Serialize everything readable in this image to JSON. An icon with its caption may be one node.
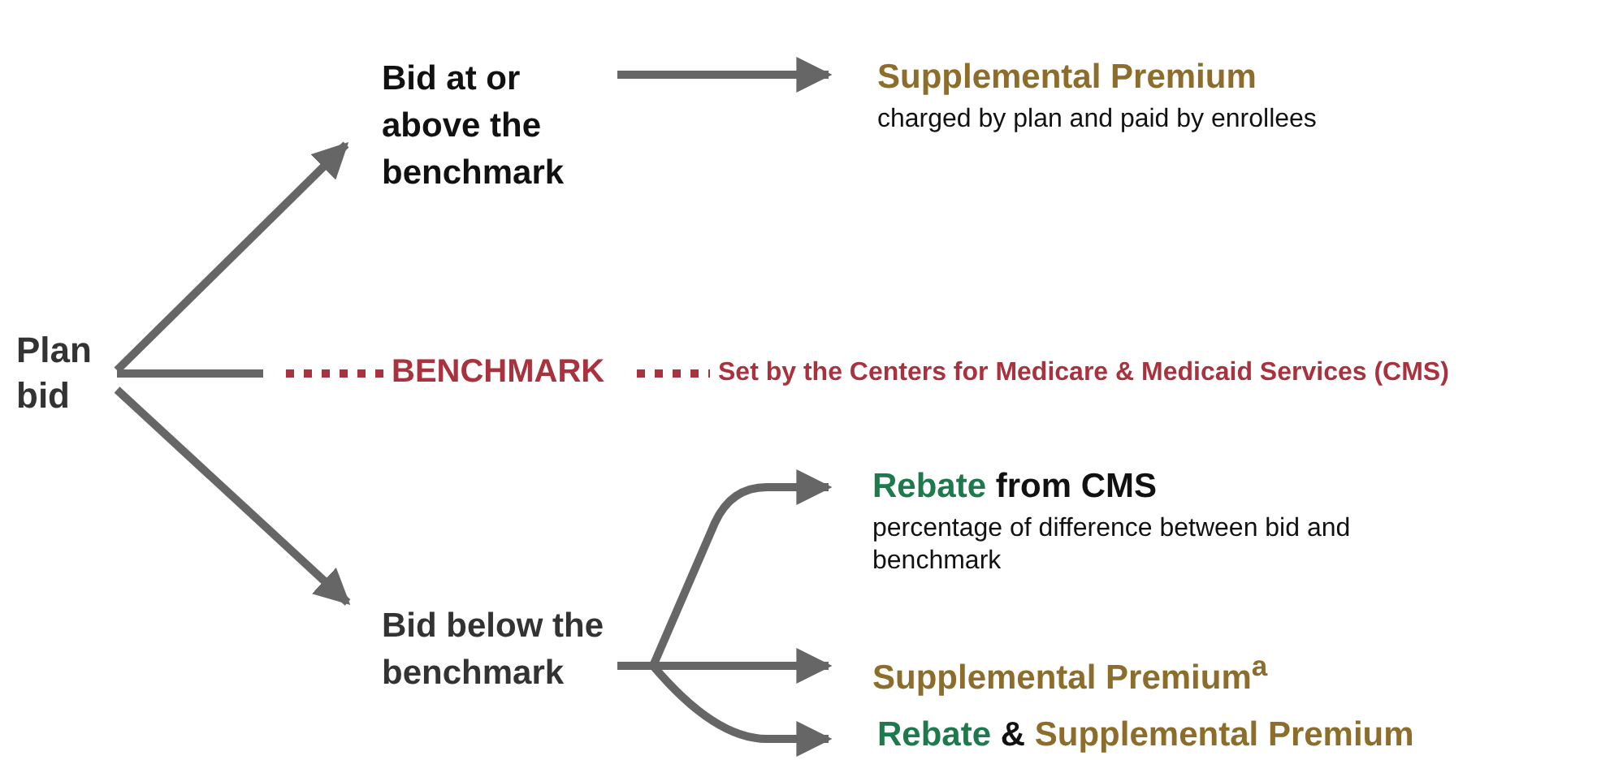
{
  "diagram": {
    "nodes": [
      {
        "text": [
          "Plan bid"
        ]
      },
      {
        "text": [
          "Bid at or above the benchmark"
        ]
      },
      {
        "text": [
          "Supplemental Premium",
          "charged by plan and paid by enrollees"
        ]
      },
      {
        "text": [
          "BENCHMARK"
        ]
      },
      {
        "text": [
          "Set by the Centers for Medicare & Medicaid Services (CMS)"
        ]
      },
      {
        "text": [
          "Bid below the benchmark"
        ]
      },
      {
        "text": [
          "Rebate from CMS",
          "percentage of difference between bid and benchmark"
        ]
      },
      {
        "text": [
          "Supplemental Premium$^{a}$"
        ]
      },
      {
        "text": [
          "Rebate & Supplemental Premium"
        ]
      }
    ],
    "edges": [
      {
        "from": 0,
        "to": 1,
        "arrow": "to"
      },
      {
        "from": 1,
        "to": 2,
        "arrow": "to"
      },
      {
        "from": 0,
        "to": 3,
        "arrow": "none"
      },
      {
        "from": 3,
        "to": 4,
        "arrow": "none",
        "style": "dashed",
        "color": "#a8323e"
      },
      {
        "from": 0,
        "to": 5,
        "arrow": "to"
      },
      {
        "from": 5,
        "to": 6,
        "arrow": "to"
      },
      {
        "from": 5,
        "to": 7,
        "arrow": "to"
      },
      {
        "from": 5,
        "to": 8,
        "arrow": "to"
      }
    ]
  }
}
